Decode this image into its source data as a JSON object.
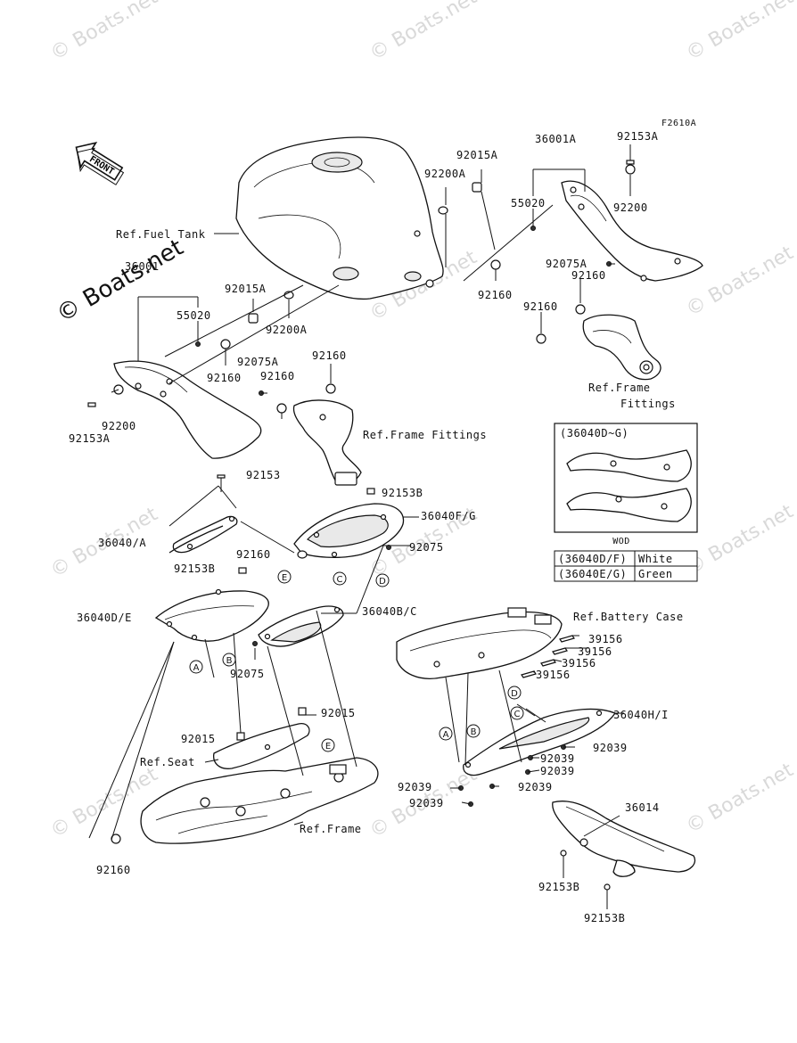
{
  "diagram_code": "F2610A",
  "front_label": "FRONT",
  "watermark": "© Boats.net",
  "parts": {
    "p36001A": "36001A",
    "p92153A_top": "92153A",
    "p92015A_top": "92015A",
    "p92200A_top": "92200A",
    "p55020_top": "55020",
    "p92200_top": "92200",
    "p92075A_top": "92075A",
    "p92160_a": "92160",
    "p92160_b": "92160",
    "p92160_c": "92160",
    "ref_frame_fittings_right_1": "Ref.Frame",
    "ref_frame_fittings_right_2": "Fittings",
    "ref_fuel_tank": "Ref.Fuel Tank",
    "p36001": "36001",
    "p92015A_left": "92015A",
    "p55020_left": "55020",
    "p92200A_left": "92200A",
    "p92075A_left": "92075A",
    "p92160_d": "92160",
    "p92160_e": "92160",
    "p92160_f": "92160",
    "p92200_left": "92200",
    "p92153A_left": "92153A",
    "ref_frame_fittings_left": "Ref.Frame Fittings",
    "p92153": "92153",
    "p92153B_a": "92153B",
    "p36040FG": "36040F/G",
    "p36040A": "36040/A",
    "p92160_g": "92160",
    "p92075_a": "92075",
    "p92153B_b": "92153B",
    "p36040DE": "36040D/E",
    "p36040BC": "36040B/C",
    "p92075_b": "92075",
    "p92015_a": "92015",
    "p92015_b": "92015",
    "ref_seat": "Ref.Seat",
    "ref_frame": "Ref.Frame",
    "p92160_h": "92160",
    "ref_battery_case": "Ref.Battery Case",
    "p39156_a": "39156",
    "p39156_b": "39156",
    "p39156_c": "39156",
    "p39156_d": "39156",
    "p36040HI": "36040H/I",
    "p92039_a": "92039",
    "p92039_b": "92039",
    "p92039_c": "92039",
    "p92039_d": "92039",
    "p92039_e": "92039",
    "p92039_f": "92039",
    "p36014": "36014",
    "p92153B_c": "92153B",
    "p92153B_d": "92153B"
  },
  "callouts": {
    "a": "A",
    "b": "B",
    "c": "C",
    "d": "D",
    "e": "E"
  },
  "inset": {
    "header": "(36040D~G)",
    "caption": "WOD",
    "rows": [
      {
        "part": "(36040D/F)",
        "color": "White"
      },
      {
        "part": "(36040E/G)",
        "color": "Green"
      }
    ]
  }
}
